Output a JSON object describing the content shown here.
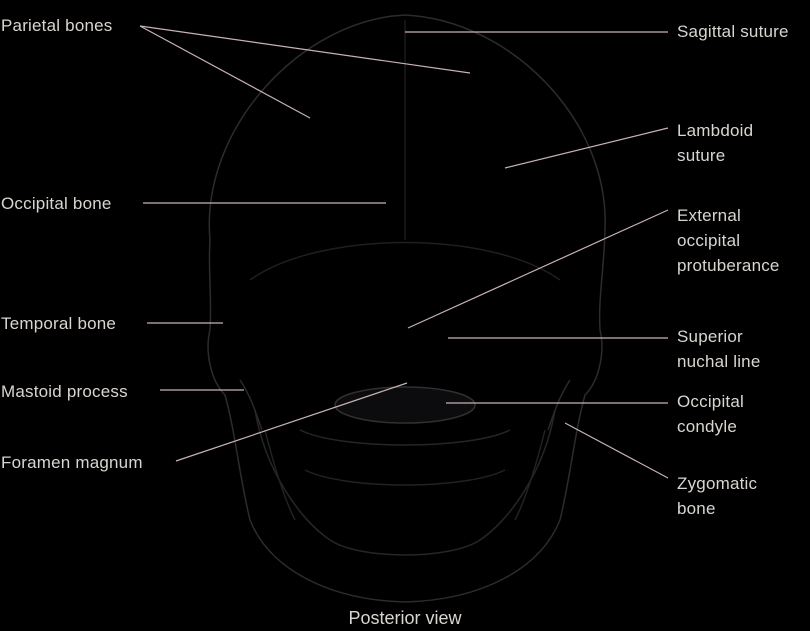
{
  "caption": "Posterior view",
  "labels": {
    "parietal_bones": "Parietal bones",
    "sagittal_suture": "Sagittal suture",
    "lambdoid_suture": "Lambdoid\nsuture",
    "occipital_bone": "Occipital bone",
    "external_occipital_protuberance": "External\noccipital\nprotuberance",
    "temporal_bone": "Temporal bone",
    "superior_nuchal_line": "Superior\nnuchal line",
    "mastoid_process": "Mastoid process",
    "occipital_condyle": "Occipital\ncondyle",
    "foramen_magnum": "Foramen magnum",
    "zygomatic_bone": "Zygomatic\nbone"
  },
  "colors": {
    "background": "#000000",
    "text": "#d9d5d0",
    "leader": "#c9b2b4",
    "outline": "#2e2e2e"
  }
}
